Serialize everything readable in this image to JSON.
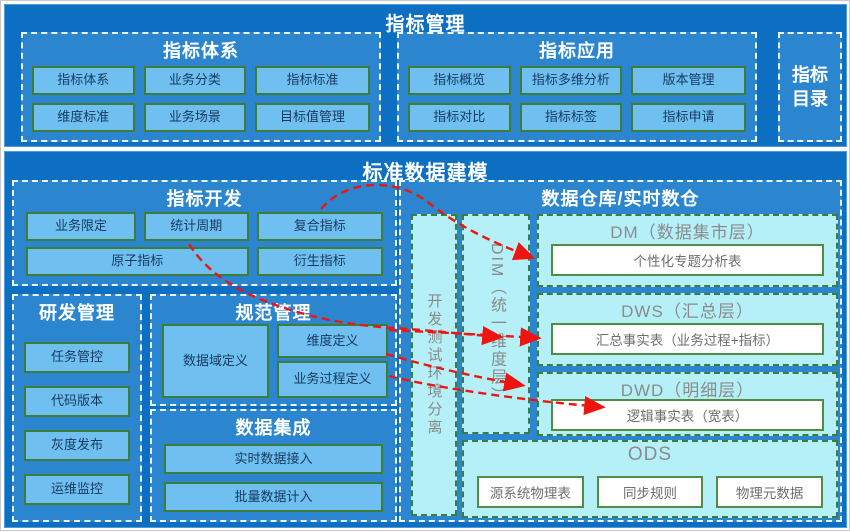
{
  "top": {
    "title": "指标管理",
    "system": {
      "title": "指标体系",
      "cells": [
        "指标体系",
        "业务分类",
        "指标标准",
        "维度标准",
        "业务场景",
        "目标值管理"
      ]
    },
    "application": {
      "title": "指标应用",
      "cells": [
        "指标概览",
        "指标多维分析",
        "版本管理",
        "指标对比",
        "指标标签",
        "指标申请"
      ]
    },
    "catalog": {
      "title": "指标目录"
    }
  },
  "bottom": {
    "title": "标准数据建模",
    "development": {
      "title": "指标开发",
      "cells": [
        "业务限定",
        "统计周期",
        "复合指标",
        "原子指标",
        "衍生指标"
      ]
    },
    "rnd": {
      "title": "研发管理",
      "cells": [
        "任务管控",
        "代码版本",
        "灰度发布",
        "运维监控"
      ]
    },
    "spec": {
      "title": "规范管理",
      "cells": [
        "数据域定义",
        "维度定义",
        "业务过程定义"
      ]
    },
    "integration": {
      "title": "数据集成",
      "cells": [
        "实时数据接入",
        "批量数据计入"
      ]
    },
    "warehouse": {
      "title": "数据仓库/实时数仓",
      "env_bar": "开发测试环境分离",
      "dim_bar": "DIM（统一维度层）",
      "layers": [
        {
          "title": "DM（数据集市层）",
          "cell": "个性化专题分析表"
        },
        {
          "title": "DWS（汇总层）",
          "cell": "汇总事实表（业务过程+指标）"
        },
        {
          "title": "DWD（明细层）",
          "cell": "逻辑事实表（宽表）"
        }
      ],
      "ods": {
        "title": "ODS",
        "cells": [
          "源系统物理表",
          "同步规则",
          "物理元数据"
        ]
      }
    }
  },
  "colors": {
    "deep_blue": "#0c6fc2",
    "panel_blue": "#2b86cf",
    "cell_blue": "#6fc0f0",
    "cyan": "#b5f0f8",
    "green_border": "#3e7d38",
    "arrow_red": "#ee1511"
  }
}
